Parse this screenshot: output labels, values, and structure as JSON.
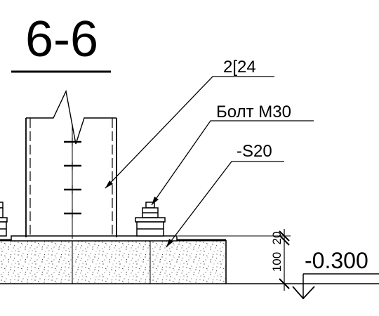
{
  "section": {
    "title": "6-6"
  },
  "callouts": {
    "channel": "2[24",
    "bolt": "Болт M30",
    "plate": "-S20"
  },
  "dimensions": {
    "grout": "20",
    "slab": "100"
  },
  "elevation": {
    "label": "-0.300"
  }
}
